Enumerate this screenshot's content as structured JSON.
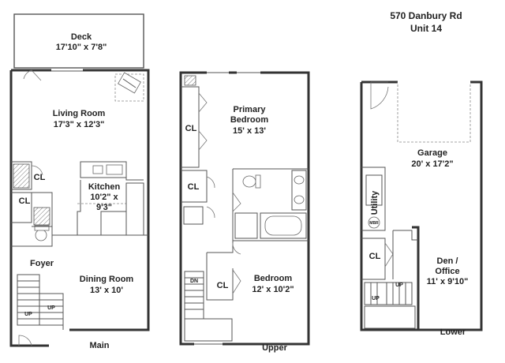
{
  "address": {
    "line1": "570 Danbury Rd",
    "line2": "Unit 14"
  },
  "floors": {
    "main": "Main",
    "upper": "Upper",
    "lower": "Lower"
  },
  "main_rooms": {
    "deck": {
      "name": "Deck",
      "size": "17'10\" x 7'8\""
    },
    "living": {
      "name": "Living Room",
      "size": "17'3\" x 12'3\""
    },
    "kitchen": {
      "name": "Kitchen",
      "size_1": "10'2\" x",
      "size_2": "9'3\""
    },
    "foyer": {
      "name": "Foyer"
    },
    "dining": {
      "name": "Dining Room",
      "size": "13' x 10'"
    },
    "closet_1": "CL",
    "closet_2": "CL",
    "stair_1": "UP",
    "stair_2": "UP"
  },
  "upper_rooms": {
    "primary": {
      "name_1": "Primary",
      "name_2": "Bedroom",
      "size": "15' x 13'"
    },
    "bedroom": {
      "name": "Bedroom",
      "size": "12' x 10'2\""
    },
    "closet_1": "CL",
    "closet_2": "CL",
    "closet_3": "CL",
    "stair": "DN"
  },
  "lower_rooms": {
    "garage": {
      "name": "Garage",
      "size": "20' x 17'2\""
    },
    "utility": "Utility",
    "den": {
      "name_1": "Den /",
      "name_2": "Office",
      "size": "11' x 9'10\""
    },
    "closet": "CL",
    "stair_1": "UP",
    "stair_2": "UP",
    "meter": "MBR"
  }
}
